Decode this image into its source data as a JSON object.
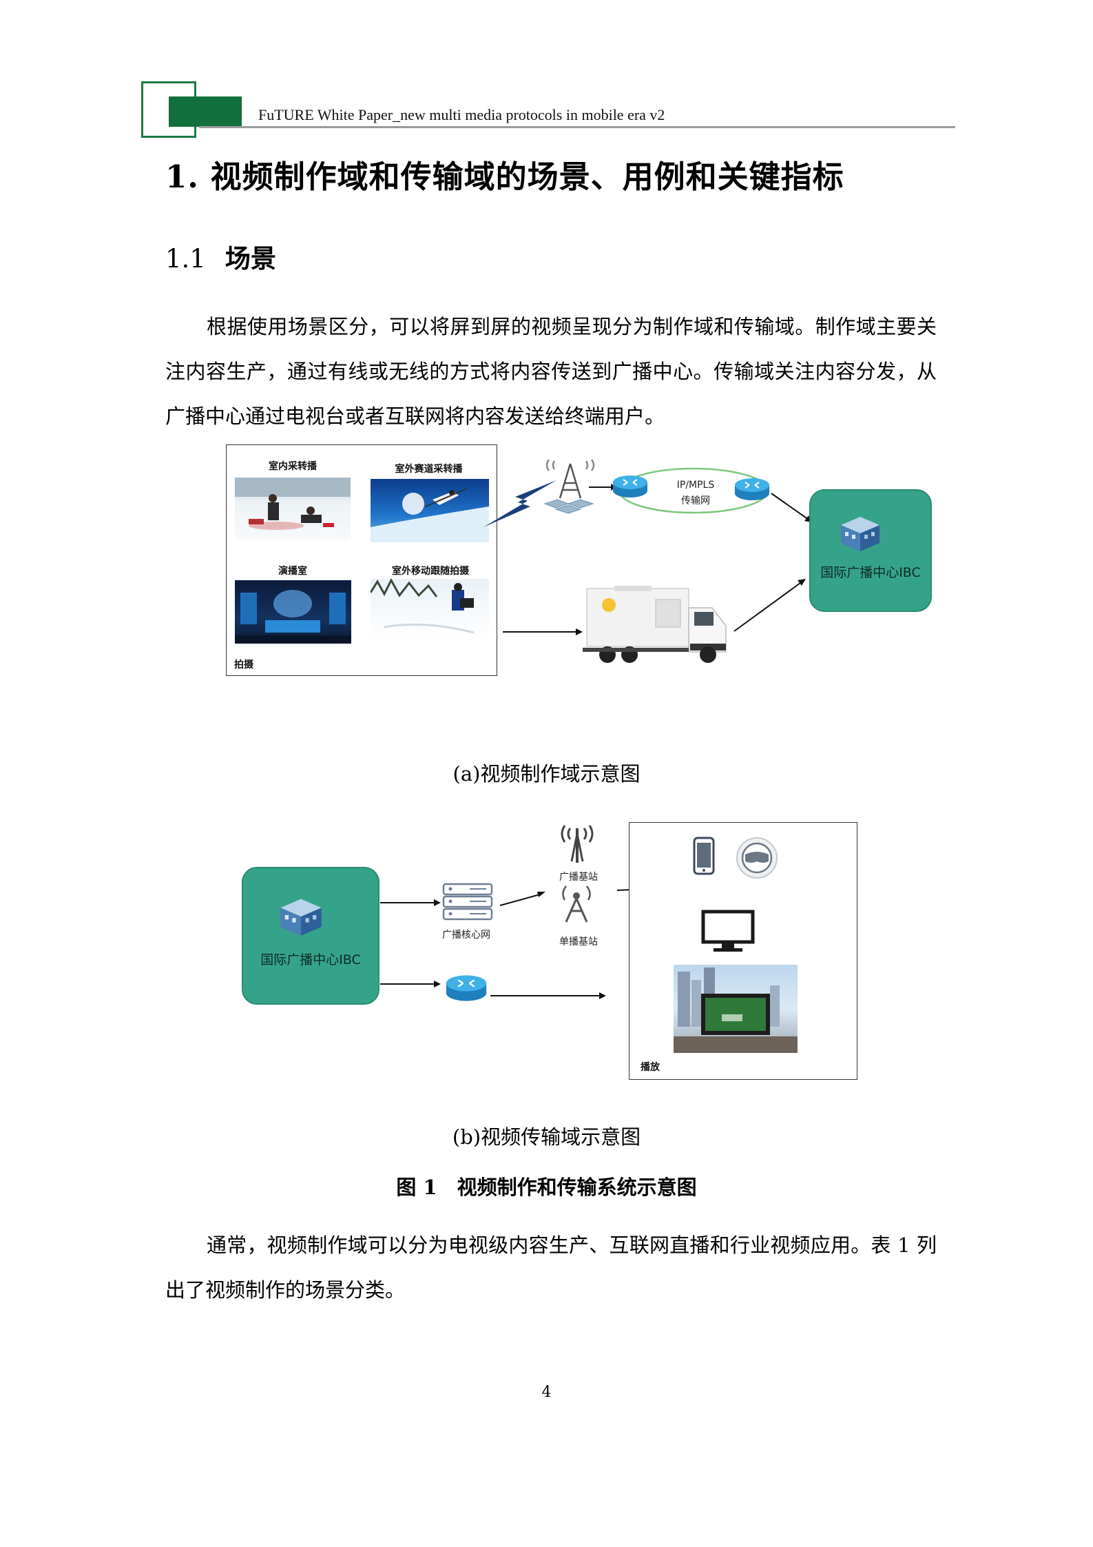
{
  "header": {
    "running_title": "FuTURE White Paper_new multi media protocols in mobile era v2"
  },
  "section": {
    "title": "1. 视频制作域和传输域的场景、用例和关键指标"
  },
  "subsection": {
    "number": "1.1",
    "title": "场景"
  },
  "paragraphs": {
    "p1": "根据使用场景区分，可以将屏到屏的视频呈现分为制作域和传输域。制作域主要关注内容生产，通过有线或无线的方式将内容传送到广播中心。传输域关注内容分发，从广播中心通过电视台或者互联网将内容发送给终端用户。",
    "p2": "通常，视频制作域可以分为电视级内容生产、互联网直播和行业视频应用。表 1 列出了视频制作的场景分类。"
  },
  "figure_a": {
    "panel_labels": {
      "indoor": "室内采转播",
      "outdoor_track": "室外赛道采转播",
      "studio": "演播室",
      "outdoor_mobile": "室外移动跟随拍摄",
      "group": "拍摄"
    },
    "network_label_top": "IP/MPLS",
    "network_label_bottom": "传输网",
    "ibc_label": "国际广播中心IBC",
    "caption": "(a)视频制作域示意图"
  },
  "figure_b": {
    "ibc_label": "国际广播中心IBC",
    "core_network_label": "广播核心网",
    "broadcast_station_label": "广播基站",
    "unicast_station_label": "单播基站",
    "playback_label": "播放",
    "caption": "(b)视频传输域示意图"
  },
  "figure_title": "图 1　视频制作和传输系统示意图",
  "page_number": "4",
  "icons": [
    "tower-icon",
    "router-icon",
    "building-icon",
    "server-icon",
    "antenna-icon",
    "phone-icon",
    "vr-headset-icon",
    "tv-icon"
  ],
  "colors": {
    "header_green": "#12703c",
    "ibc_teal": "#35a38a",
    "network_ellipse": "#7dc87a",
    "router_blue": "#2f9ed8"
  }
}
